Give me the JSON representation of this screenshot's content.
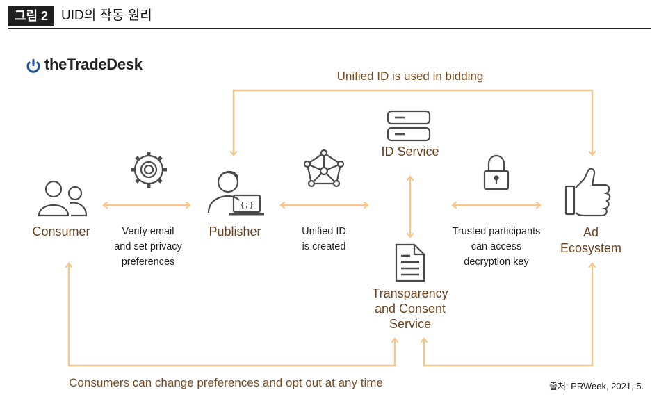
{
  "header": {
    "badge": "그림 2",
    "title": "UID의 작동 원리"
  },
  "logo": {
    "text": "theTradeDesk"
  },
  "nodes": {
    "consumer": "Consumer",
    "publisher": "Publisher",
    "id_service": "ID Service",
    "ad_ecosystem_line1": "Ad",
    "ad_ecosystem_line2": "Ecosystem",
    "tcs_line1": "Transparency",
    "tcs_line2": "and Consent",
    "tcs_line3": "Service"
  },
  "edges": {
    "verify_line1": "Verify email",
    "verify_line2": "and set privacy",
    "verify_line3": "preferences",
    "uid_created_line1": "Unified ID",
    "uid_created_line2": "is created",
    "trusted_line1": "Trusted participants",
    "trusted_line2": "can access",
    "trusted_line3": "decryption key",
    "bidding": "Unified ID is used in bidding",
    "optout": "Consumers can change preferences and opt out at any time"
  },
  "source": "출처: PRWeek, 2021, 5.",
  "colors": {
    "arrow": "#f6c58c",
    "label_brown": "#6b4220",
    "icon": "#4a4a4a",
    "badge_bg": "#1f1f1f"
  },
  "icons": [
    "power-icon",
    "users-icon",
    "gear-icon",
    "person-laptop-icon",
    "network-icon",
    "server-icon",
    "lock-icon",
    "thumbs-up-icon",
    "document-icon"
  ]
}
